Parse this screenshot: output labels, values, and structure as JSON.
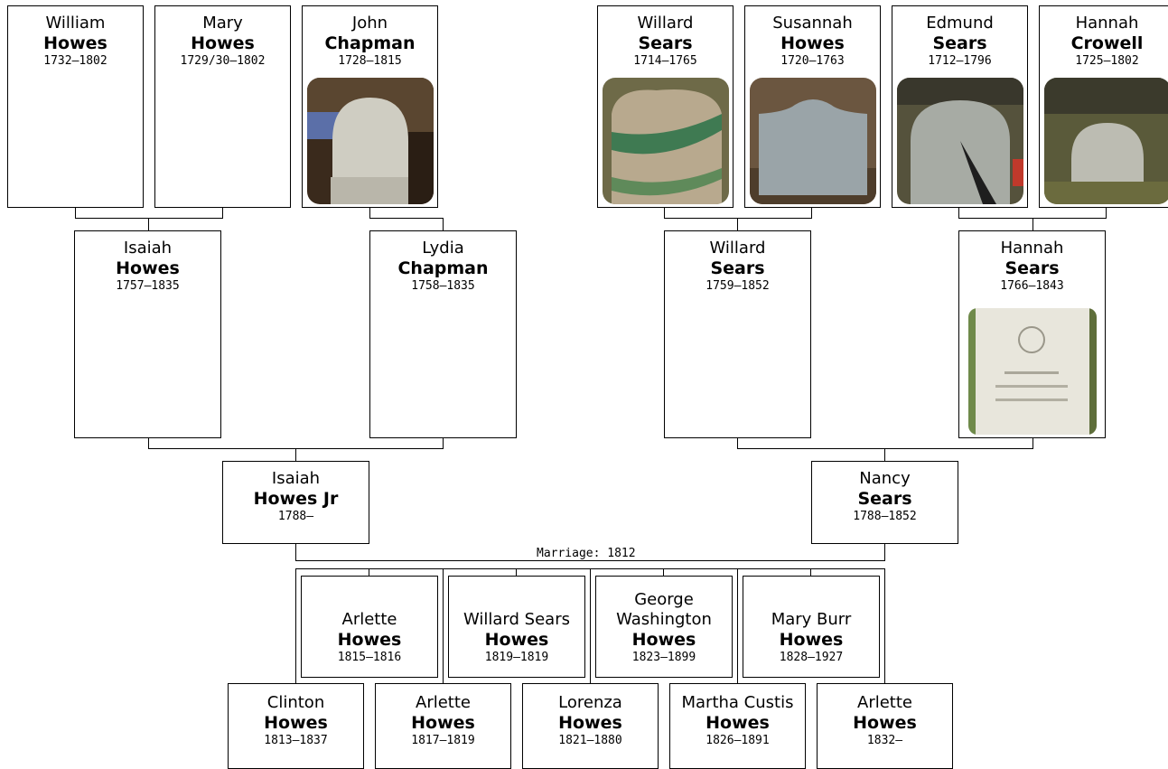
{
  "people": {
    "william_howes": {
      "given": "William",
      "surname": "Howes",
      "dates": "1732–1802"
    },
    "mary_howes": {
      "given": "Mary",
      "surname": "Howes",
      "dates": "1729/30–1802"
    },
    "john_chapman": {
      "given": "John",
      "surname": "Chapman",
      "dates": "1728–1815"
    },
    "willard_sears_sr": {
      "given": "Willard",
      "surname": "Sears",
      "dates": "1714–1765"
    },
    "susannah_howes": {
      "given": "Susannah",
      "surname": "Howes",
      "dates": "1720–1763"
    },
    "edmund_sears": {
      "given": "Edmund",
      "surname": "Sears",
      "dates": "1712–1796"
    },
    "hannah_crowell": {
      "given": "Hannah",
      "surname": "Crowell",
      "dates": "1725–1802"
    },
    "isaiah_howes": {
      "given": "Isaiah",
      "surname": "Howes",
      "dates": "1757–1835"
    },
    "lydia_chapman": {
      "given": "Lydia",
      "surname": "Chapman",
      "dates": "1758–1835"
    },
    "willard_sears": {
      "given": "Willard",
      "surname": "Sears",
      "dates": "1759–1852"
    },
    "hannah_sears": {
      "given": "Hannah",
      "surname": "Sears",
      "dates": "1766–1843"
    },
    "isaiah_howes_jr": {
      "given": "Isaiah",
      "surname": "Howes Jr",
      "dates": "1788–"
    },
    "nancy_sears": {
      "given": "Nancy",
      "surname": "Sears",
      "dates": "1788–1852"
    }
  },
  "marriage_label": "Marriage: 1812",
  "children_upper": [
    {
      "given": "Arlette",
      "surname": "Howes",
      "dates": "1815–1816"
    },
    {
      "given": "Willard Sears",
      "surname": "Howes",
      "dates": "1819–1819"
    },
    {
      "given": "George Washington",
      "surname": "Howes",
      "dates": "1823–1899"
    },
    {
      "given": "Mary Burr",
      "surname": "Howes",
      "dates": "1828–1927"
    }
  ],
  "children_lower": [
    {
      "given": "Clinton",
      "surname": "Howes",
      "dates": "1813–1837"
    },
    {
      "given": "Arlette",
      "surname": "Howes",
      "dates": "1817–1819"
    },
    {
      "given": "Lorenza",
      "surname": "Howes",
      "dates": "1821–1880"
    },
    {
      "given": "Martha Custis",
      "surname": "Howes",
      "dates": "1826–1891"
    },
    {
      "given": "Arlette",
      "surname": "Howes",
      "dates": "1832–"
    }
  ],
  "photos": {
    "john_chapman": "gravestone-photo",
    "willard_sears_sr": "gravestone-photo",
    "susannah_howes": "gravestone-photo",
    "edmund_sears": "gravestone-photo",
    "hannah_crowell": "gravestone-photo",
    "hannah_sears": "gravestone-photo"
  }
}
